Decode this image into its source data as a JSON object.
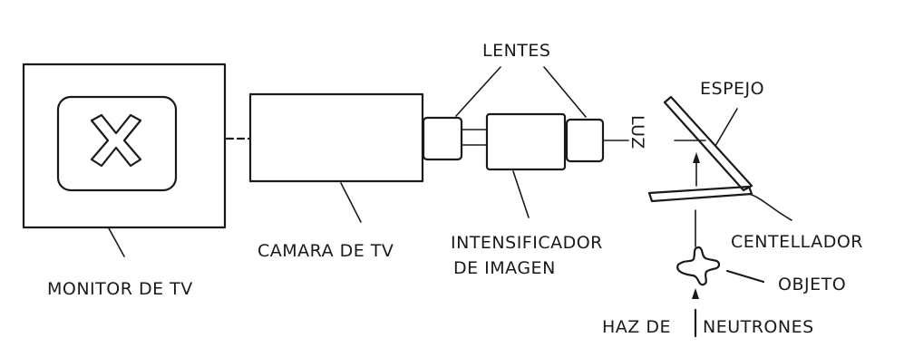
{
  "labels": {
    "lentes": "LENTES",
    "espejo": "ESPEJO",
    "luz": "LUZ",
    "monitor": "MONITOR DE TV",
    "camara": "CAMARA DE TV",
    "intensificador_line1": "INTENSIFICADOR",
    "intensificador_line2": "DE IMAGEN",
    "centellador": "CENTELLADOR",
    "objeto": "OBJETO",
    "haz_de": "HAZ DE",
    "neutrones": "NEUTRONES"
  },
  "icons": {
    "monitor_screen_symbol": "x-cross-icon"
  }
}
